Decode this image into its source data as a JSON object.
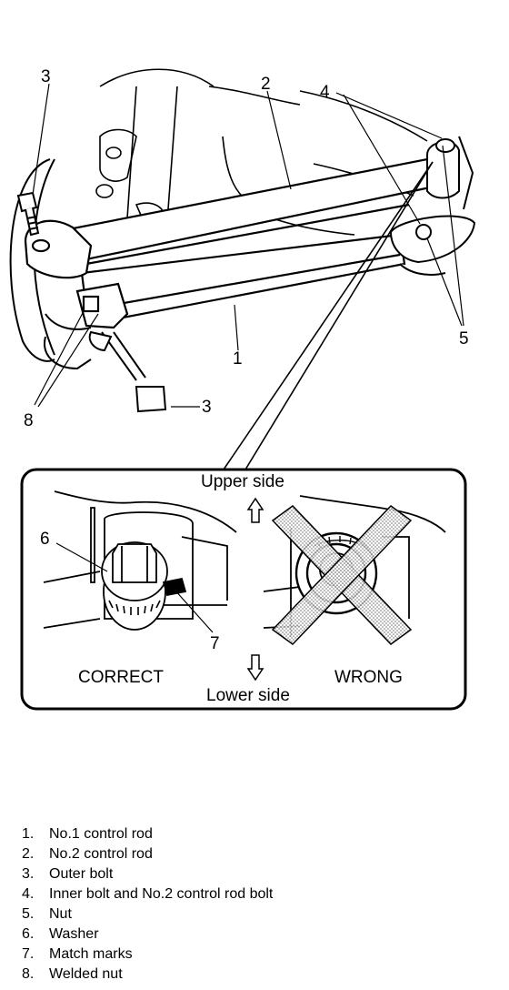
{
  "callouts": {
    "c1": "1",
    "c2": "2",
    "c3a": "3",
    "c3b": "3",
    "c4": "4",
    "c5": "5",
    "c8": "8"
  },
  "inset": {
    "upper_side": "Upper side",
    "lower_side": "Lower side",
    "correct": "CORRECT",
    "wrong": "WRONG",
    "c6": "6",
    "c7": "7"
  },
  "legend": [
    {
      "num": "1.",
      "label": "No.1 control rod"
    },
    {
      "num": "2.",
      "label": "No.2 control rod"
    },
    {
      "num": "3.",
      "label": "Outer bolt"
    },
    {
      "num": "4.",
      "label": "Inner bolt and No.2 control rod bolt"
    },
    {
      "num": "5.",
      "label": "Nut"
    },
    {
      "num": "6.",
      "label": "Washer"
    },
    {
      "num": "7.",
      "label": "Match marks"
    },
    {
      "num": "8.",
      "label": "Welded nut"
    }
  ],
  "colors": {
    "ink": "#000000",
    "paper": "#ffffff",
    "hatch": "#c8c8c8"
  }
}
